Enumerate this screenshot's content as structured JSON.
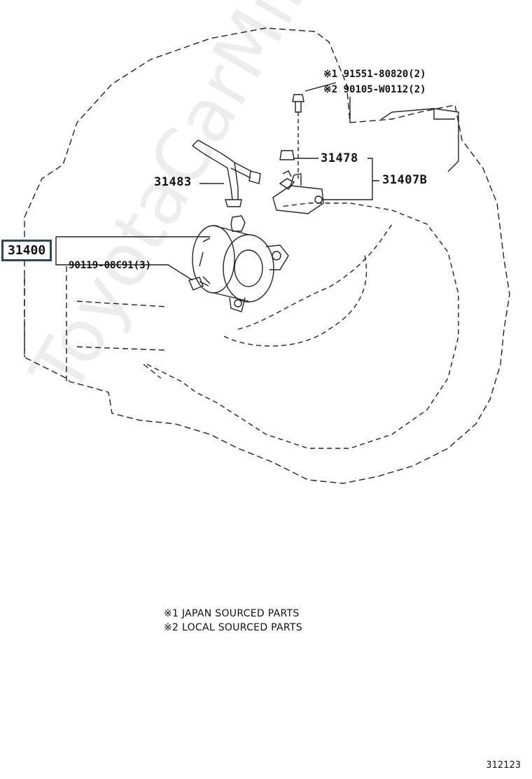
{
  "callouts": {
    "part_31400": "31400",
    "part_31483": "31483",
    "part_31478": "31478",
    "part_31407b": "31407B",
    "bolt_30119": "90119-08C91(3)",
    "japan_bolt": "※1 91551-80820(2)",
    "local_bolt": "※2 90105-W0112(2)"
  },
  "legend": {
    "japan": "※1 JAPAN SOURCED PARTS",
    "local": "※2 LOCAL SOURCED PARTS"
  },
  "watermark": "ToyotaCarMine.ru",
  "diagram_code": "312123"
}
